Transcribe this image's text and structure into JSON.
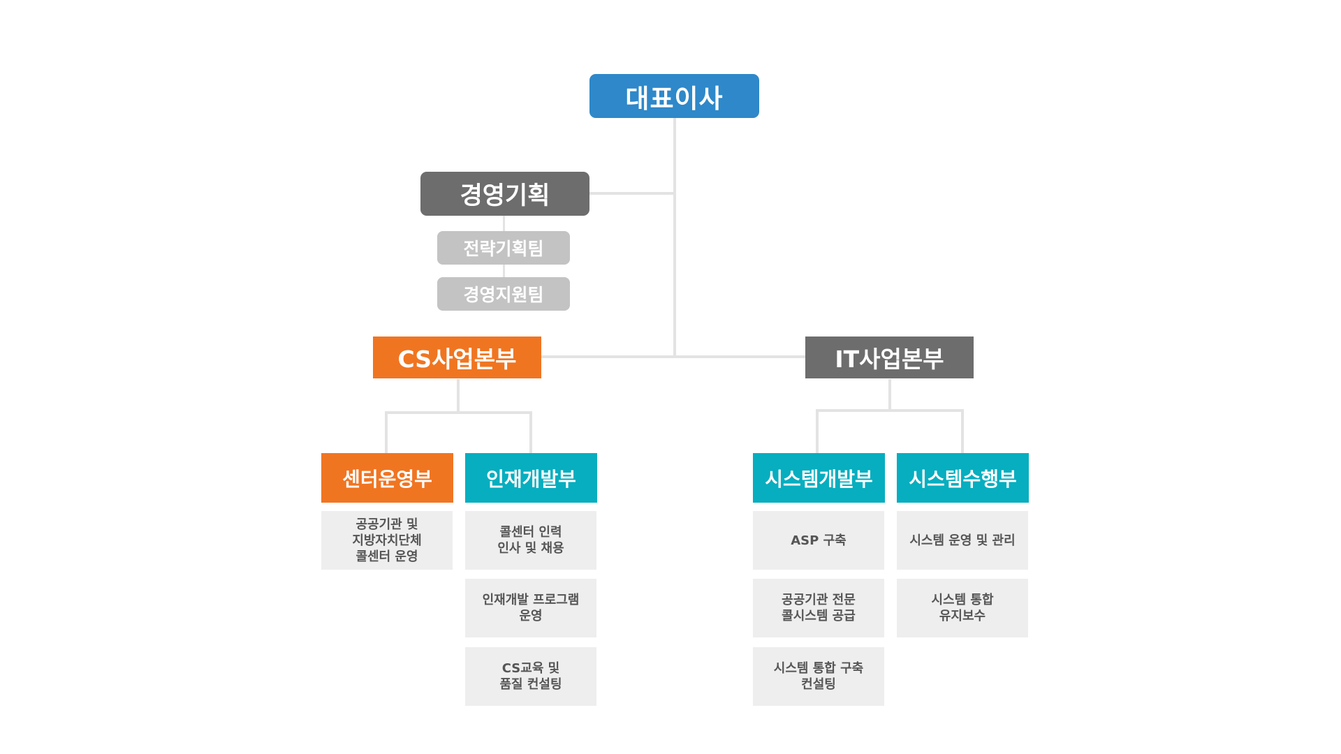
{
  "ceo": "대표이사",
  "management": {
    "title": "경영기획",
    "teams": [
      "전략기획팀",
      "경영지원팀"
    ]
  },
  "divisions": {
    "cs": {
      "title": "CS사업본부",
      "departments": [
        {
          "title": "센터운영부",
          "tasks": [
            "공공기관 및\n지방자치단체\n콜센터 운영"
          ]
        },
        {
          "title": "인재개발부",
          "tasks": [
            "콜센터 인력\n인사 및 채용",
            "인재개발 프로그램\n운영",
            "CS교육 및\n품질 컨설팅"
          ]
        }
      ]
    },
    "it": {
      "title": "IT사업본부",
      "departments": [
        {
          "title": "시스템개발부",
          "tasks": [
            "ASP 구축",
            "공공기관 전문\n콜시스템 공급",
            "시스템 통합 구축\n컨설팅"
          ]
        },
        {
          "title": "시스템수행부",
          "tasks": [
            "시스템 운영 및 관리",
            "시스템 통합\n유지보수"
          ]
        }
      ]
    }
  },
  "colors": {
    "ceo": "#2e88c9",
    "management": "#6d6d6d",
    "team": "#c3c3c3",
    "cs_division": "#f07521",
    "it_division": "#6d6d6d",
    "dept_orange": "#f07521",
    "dept_teal": "#06aebf",
    "task_bg": "#eeeeee",
    "connector": "#e3e3e3"
  }
}
